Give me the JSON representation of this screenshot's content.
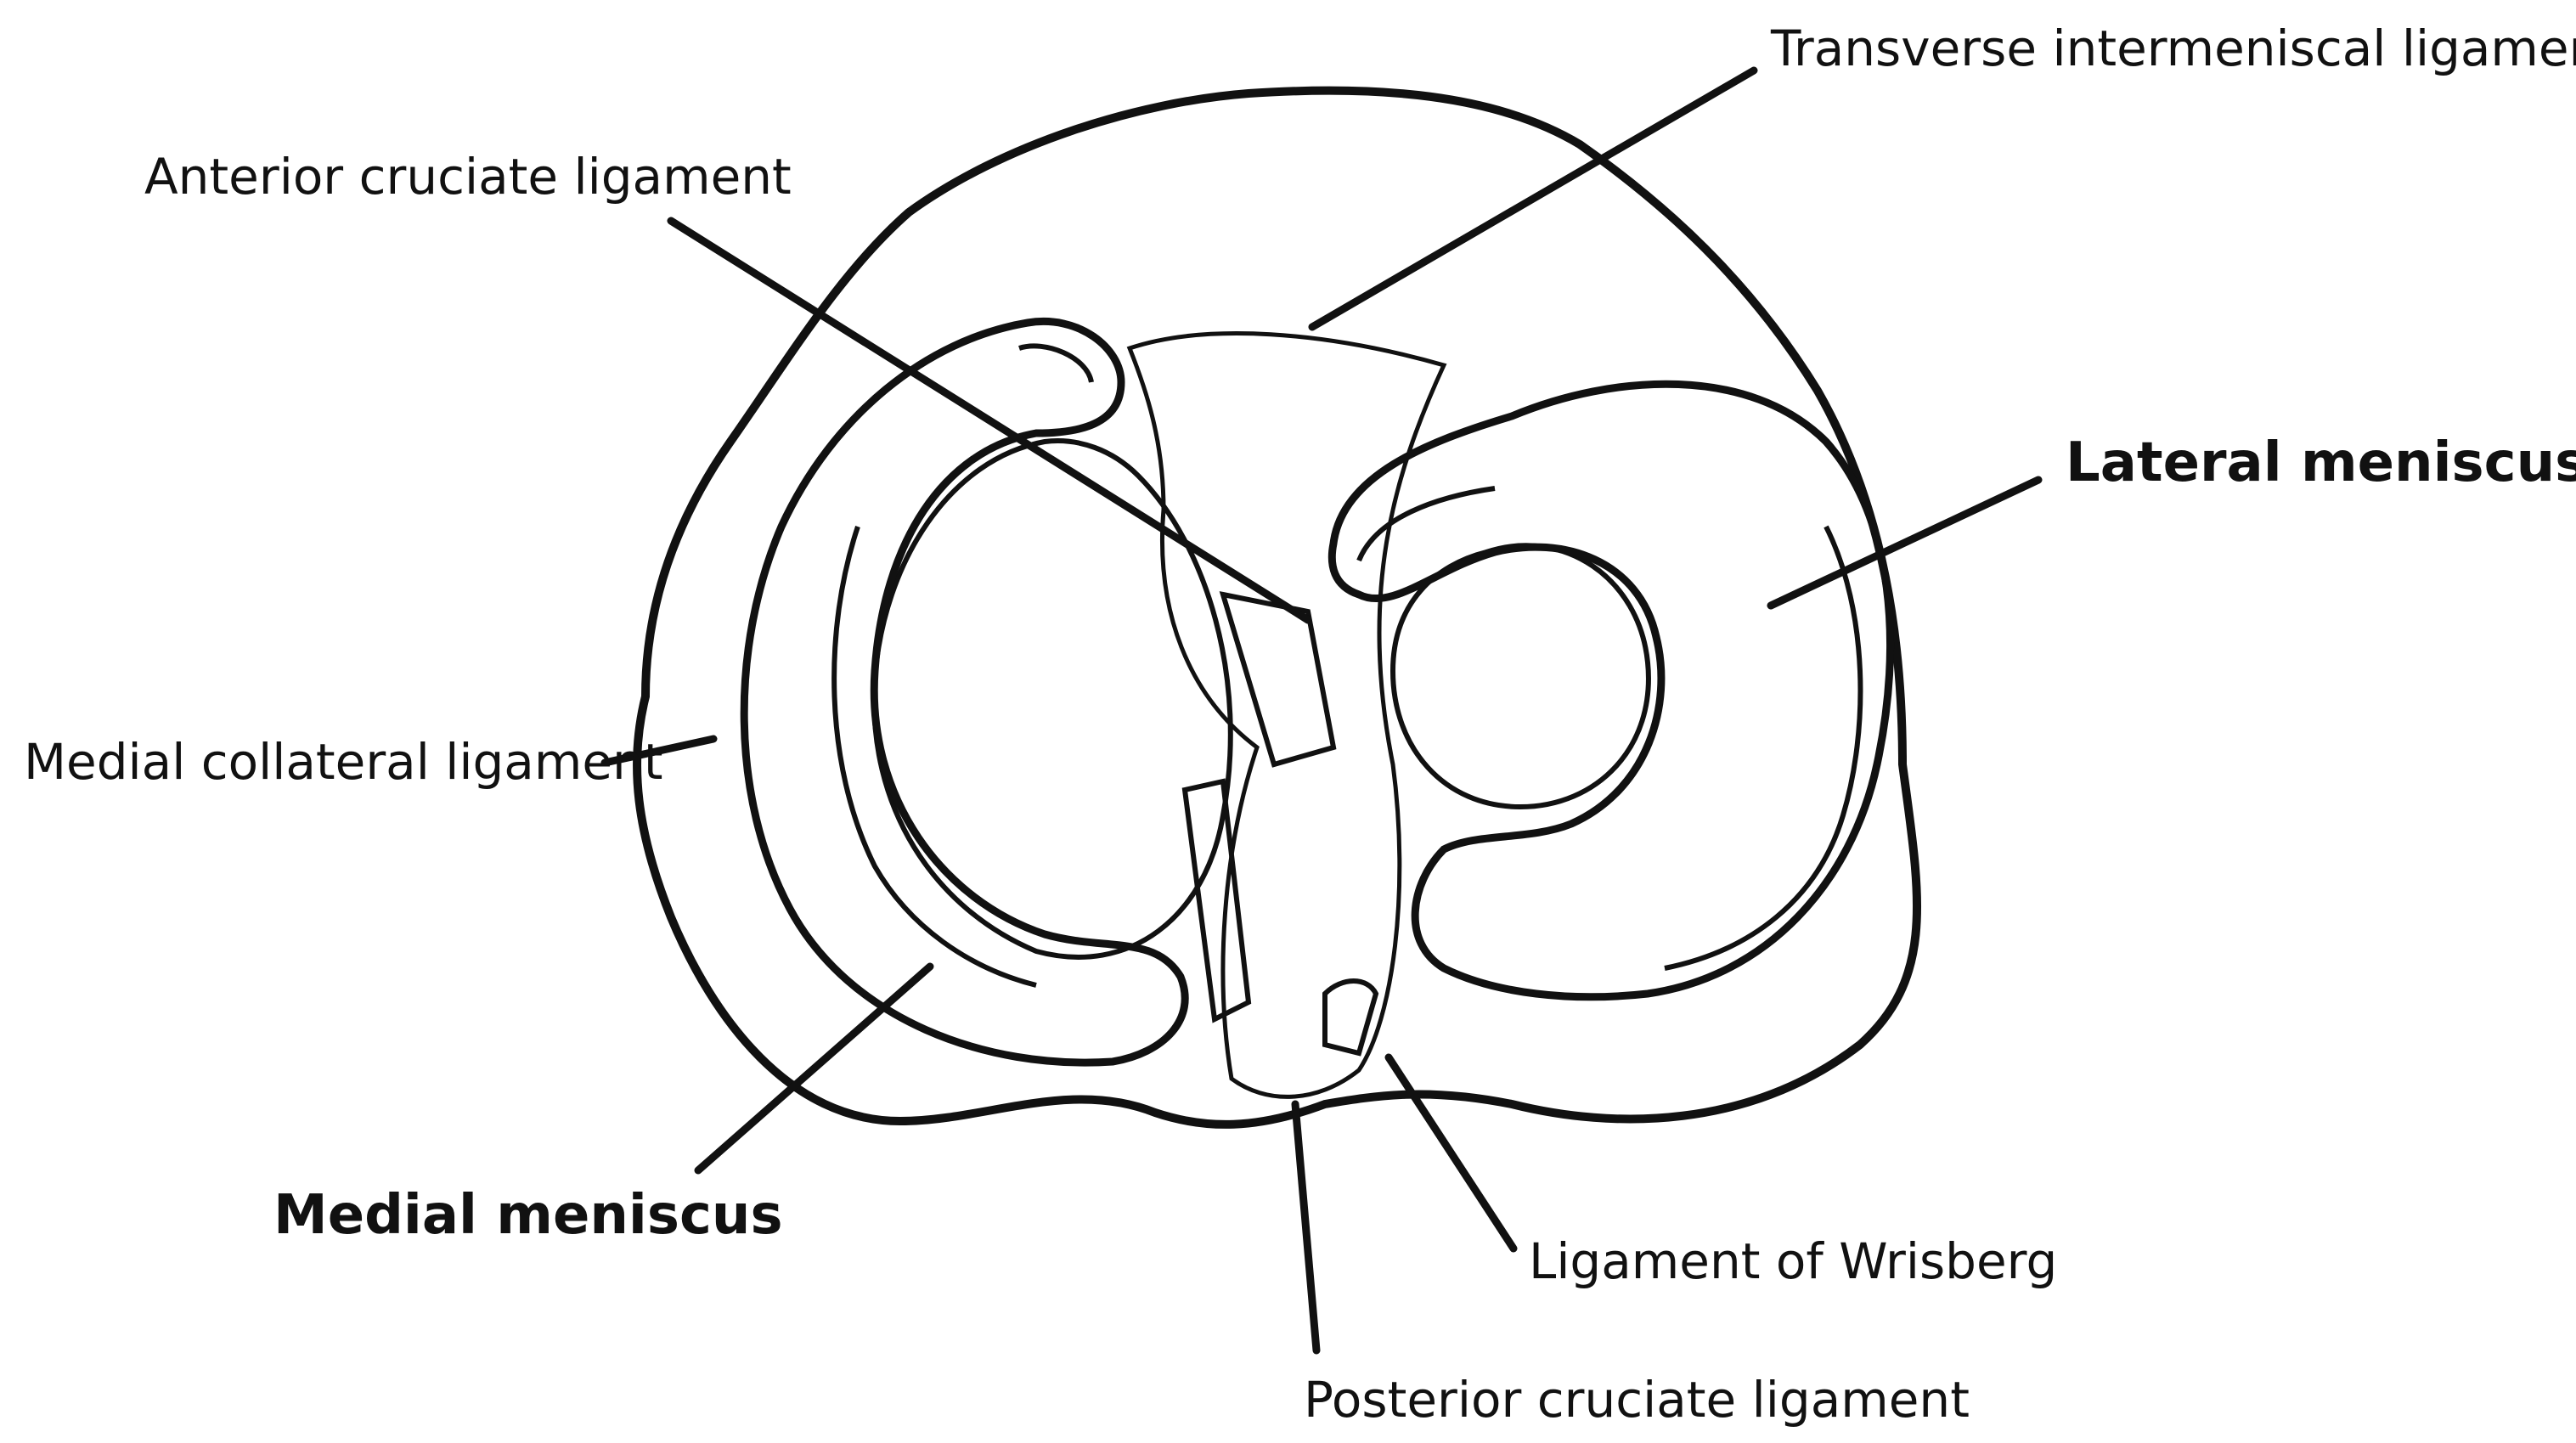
{
  "labels": {
    "transverse": "Transverse intermeniscal ligament",
    "acl": "Anterior cruciate ligament",
    "lateral": "Lateral meniscus",
    "mcl": "Medial collateral ligament",
    "medial": "Medial meniscus",
    "wrisberg": "Ligament of Wrisberg",
    "pcl": "Posterior cruciate ligament"
  },
  "colors": {
    "meniscus": "#f2ab98",
    "line": "#111111",
    "background": "#ffffff"
  }
}
